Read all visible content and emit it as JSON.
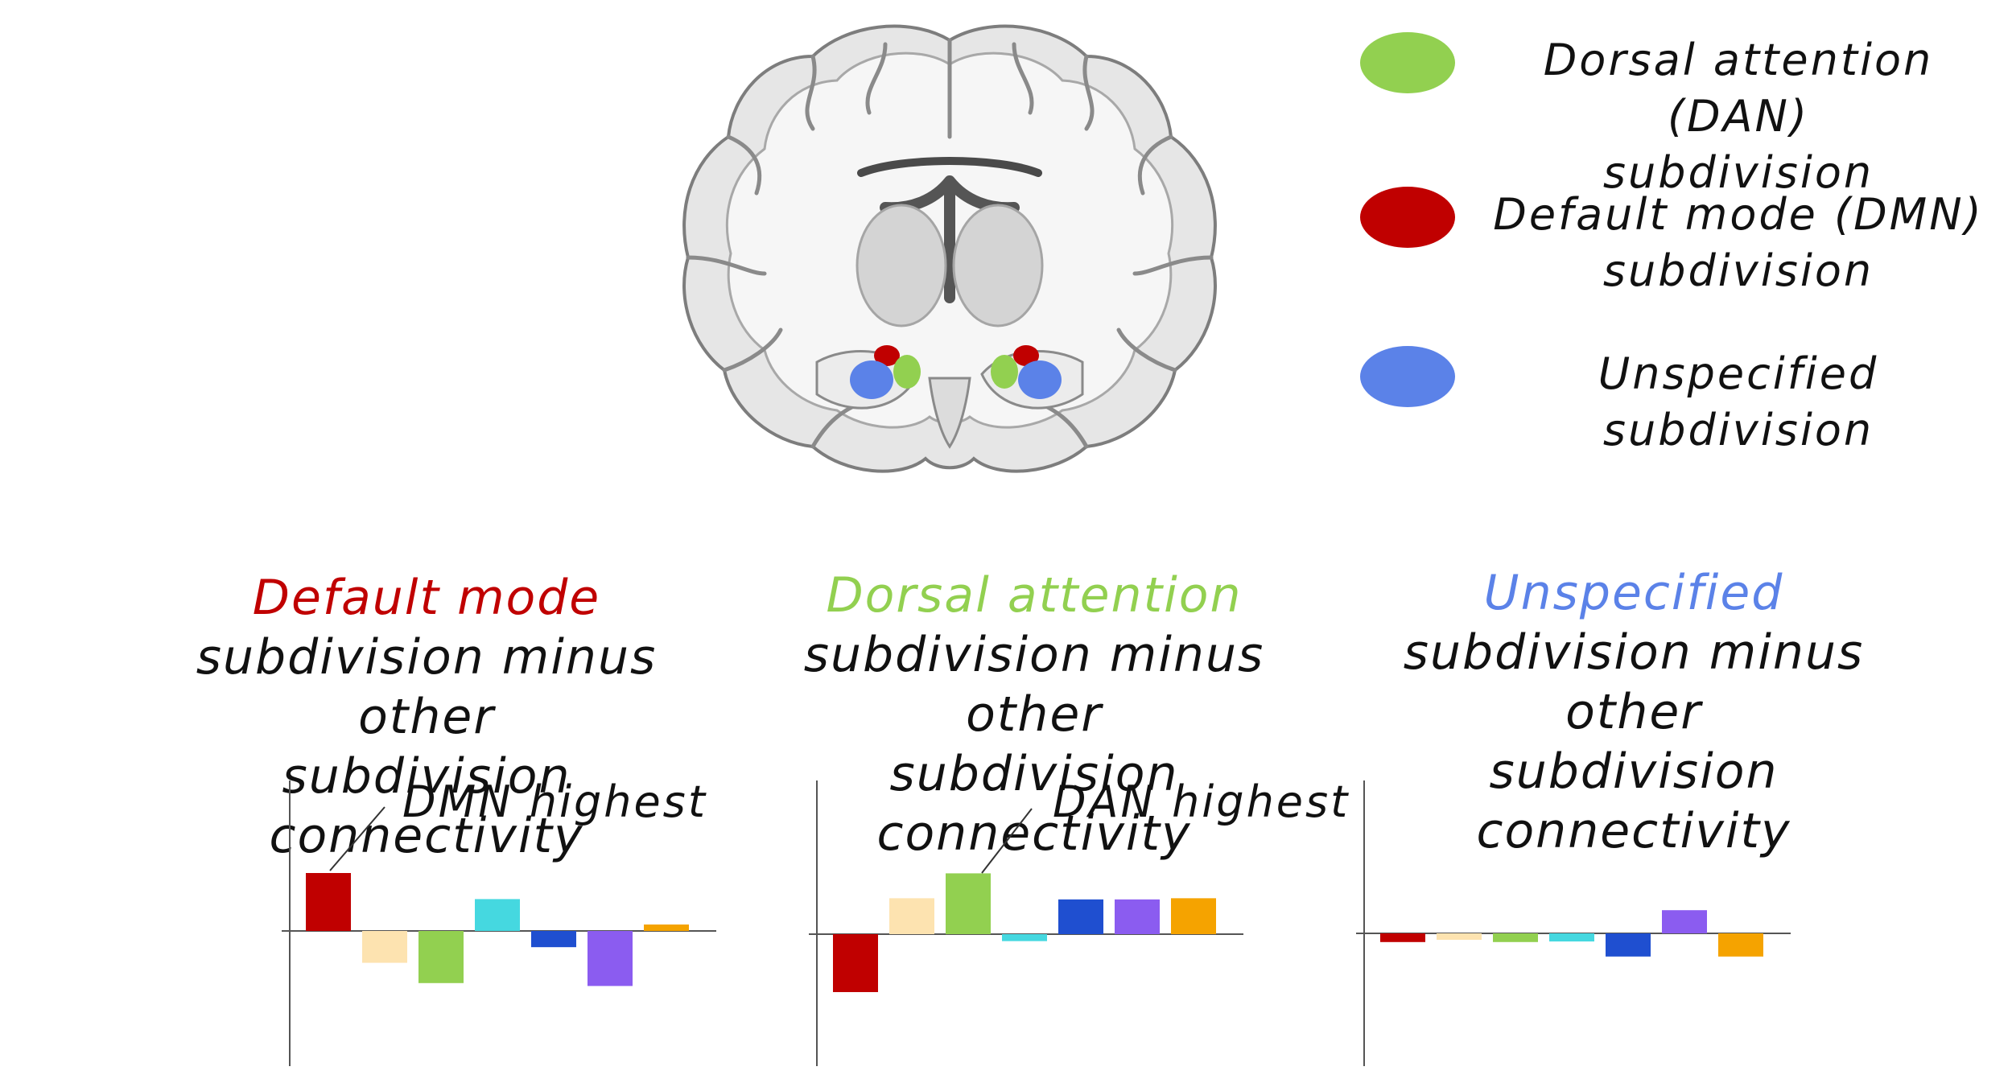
{
  "legend": [
    {
      "label_line1": "Dorsal attention (DAN)",
      "label_line2": "subdivision",
      "color": "#92d050"
    },
    {
      "label_line1": "Default mode (DMN)",
      "label_line2": "subdivision",
      "color": "#c00000"
    },
    {
      "label_line1": "Unspecified subdivision",
      "label_line2": "",
      "color": "#5b82e8"
    }
  ],
  "panels": [
    {
      "accent": "Default mode",
      "accent_color": "#c00000",
      "line2": "subdivision minus other",
      "line3": "subdivision connectivity",
      "annotation": "DMN highest"
    },
    {
      "accent": "Dorsal attention",
      "accent_color": "#92d050",
      "line2": "subdivision minus other",
      "line3": "subdivision connectivity",
      "annotation": "DAN highest"
    },
    {
      "accent": "Unspecified",
      "accent_color": "#5b82e8",
      "line2": "subdivision minus other",
      "line3": "subdivision connectivity",
      "annotation": ""
    }
  ],
  "chart_data": [
    {
      "type": "bar",
      "title": "Default mode subdivision minus other subdivision connectivity",
      "values": [
        1.0,
        -0.55,
        -0.9,
        0.55,
        -0.28,
        -0.95,
        0.1
      ],
      "colors": [
        "#c00000",
        "#fde3b0",
        "#92d050",
        "#45d8e0",
        "#1f4fd0",
        "#8b5cf0",
        "#f5a300"
      ]
    },
    {
      "type": "bar",
      "title": "Dorsal attention subdivision minus other subdivision connectivity",
      "values": [
        -1.0,
        0.62,
        1.05,
        -0.12,
        0.6,
        0.6,
        0.62
      ],
      "colors": [
        "#c00000",
        "#fde3b0",
        "#92d050",
        "#45d8e0",
        "#1f4fd0",
        "#8b5cf0",
        "#f5a300"
      ]
    },
    {
      "type": "bar",
      "title": "Unspecified subdivision minus other subdivision connectivity",
      "values": [
        -0.15,
        -0.1,
        -0.15,
        -0.14,
        -0.4,
        0.4,
        -0.4
      ],
      "colors": [
        "#c00000",
        "#fde3b0",
        "#92d050",
        "#45d8e0",
        "#1f4fd0",
        "#8b5cf0",
        "#f5a300"
      ]
    }
  ]
}
